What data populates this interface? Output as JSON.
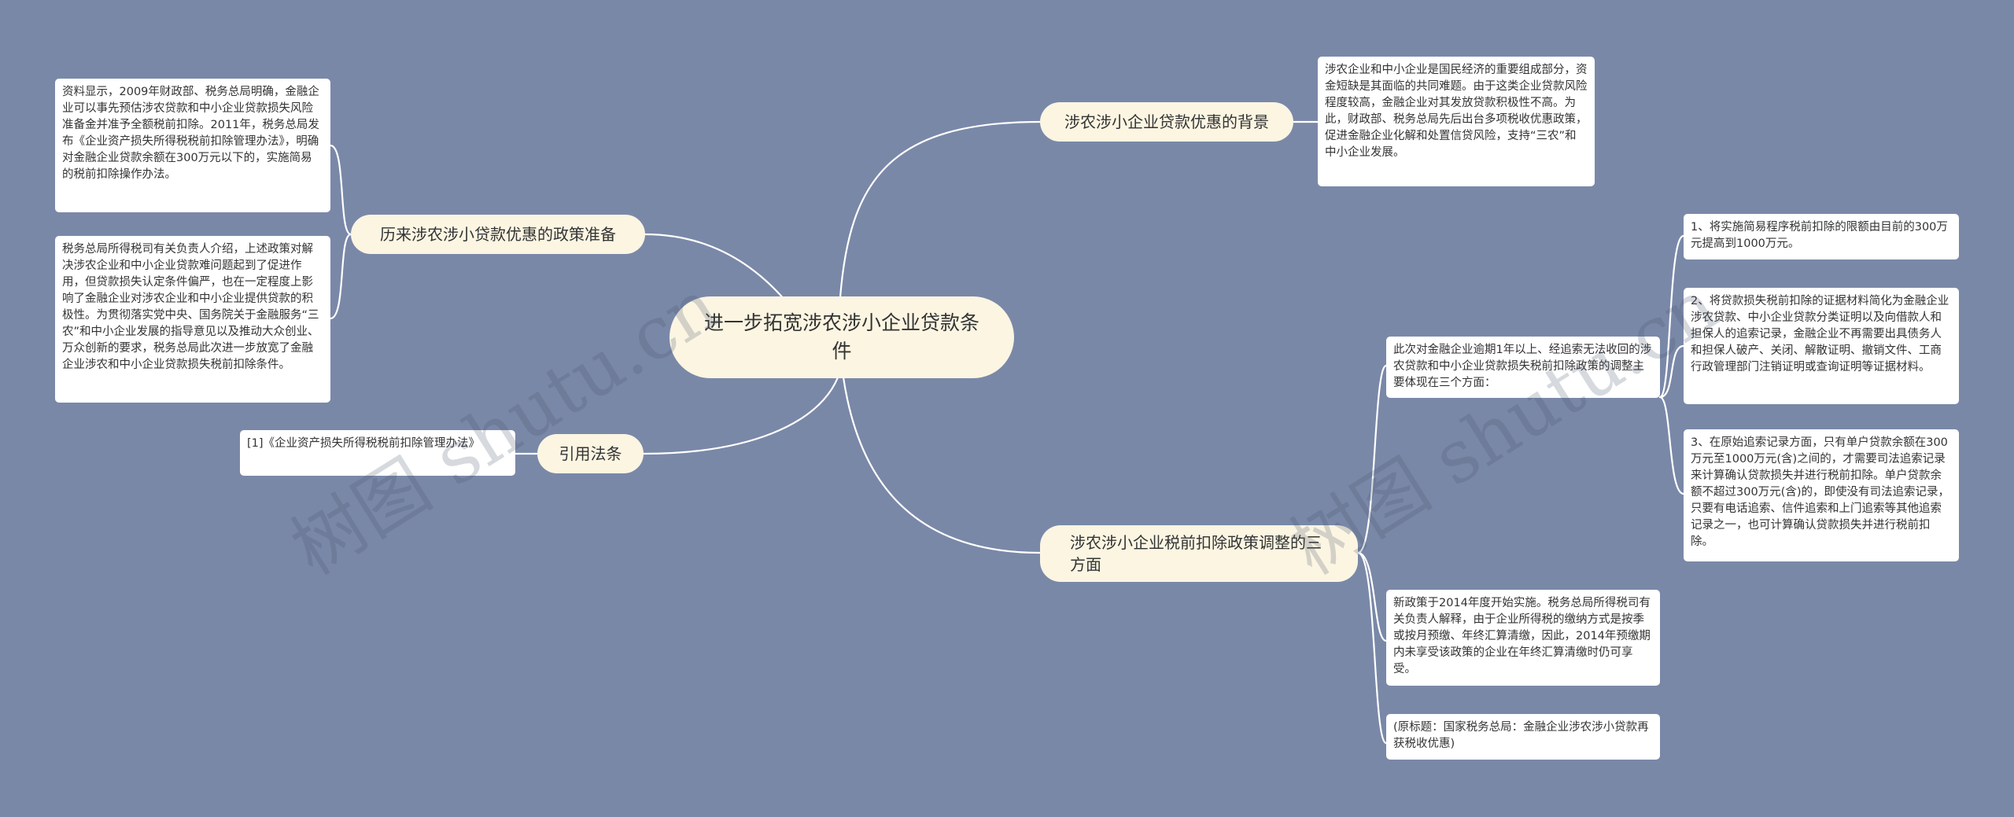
{
  "root": {
    "text": "进一步拓宽涉农涉小企业贷款条件"
  },
  "branches": {
    "background": {
      "label": "涉农涉小企业贷款优惠的背景",
      "leaves": [
        "涉农企业和中小企业是国民经济的重要组成部分，资金短缺是其面临的共同难题。由于这类企业贷款风险程度较高，金融企业对其发放贷款积极性不高。为此，财政部、税务总局先后出台多项税收优惠政策，促进金融企业化解和处置信贷风险，支持“三农”和中小企业发展。"
      ]
    },
    "policy_history": {
      "label": "历来涉农涉小贷款优惠的政策准备",
      "leaves": [
        "资料显示，2009年财政部、税务总局明确，金融企业可以事先预估涉农贷款和中小企业贷款损失风险准备金并准予全额税前扣除。2011年，税务总局发布《企业资产损失所得税税前扣除管理办法》，明确对金融企业贷款余额在300万元以下的，实施简易的税前扣除操作办法。",
        "税务总局所得税司有关负责人介绍，上述政策对解决涉农企业和中小企业贷款难问题起到了促进作用，但贷款损失认定条件偏严，也在一定程度上影响了金融企业对涉农企业和中小企业提供贷款的积极性。为贯彻落实党中央、国务院关于金融服务“三农”和中小企业发展的指导意见以及推动大众创业、万众创新的要求，税务总局此次进一步放宽了金融企业涉农和中小企业贷款损失税前扣除条件。"
      ]
    },
    "citation": {
      "label": "引用法条",
      "leaves": [
        "[1]《企业资产损失所得税税前扣除管理办法》"
      ]
    },
    "adjustment": {
      "label": "涉农涉小企业税前扣除政策调整的三方面",
      "intro": "此次对金融企业逾期1年以上、经追索无法收回的涉农贷款和中小企业贷款损失税前扣除政策的调整主要体现在三个方面：",
      "points": [
        "1、将实施简易程序税前扣除的限额由目前的300万元提高到1000万元。",
        "2、将贷款损失税前扣除的证据材料简化为金融企业涉农贷款、中小企业贷款分类证明以及向借款人和担保人的追索记录，金融企业不再需要出具债务人和担保人破产、关闭、解散证明、撤销文件、工商行政管理部门注销证明或查询证明等证据材料。",
        "3、在原始追索记录方面，只有单户贷款余额在300万元至1000万元(含)之间的，才需要司法追索记录来计算确认贷款损失并进行税前扣除。单户贷款余额不超过300万元(含)的，即使没有司法追索记录，只要有电话追索、信件追索和上门追索等其他追索记录之一，也可计算确认贷款损失并进行税前扣除。"
      ],
      "leaves": [
        "新政策于2014年度开始实施。税务总局所得税司有关负责人解释，由于企业所得税的缴纳方式是按季或按月预缴、年终汇算清缴，因此，2014年预缴期内未享受该政策的企业在年终汇算清缴时仍可享受。",
        "(原标题：国家税务总局：金融企业涉农涉小贷款再获税收优惠)"
      ]
    }
  },
  "watermark": {
    "text": "树图 shutu.cn"
  },
  "colors": {
    "background": "#7a88a8",
    "topic_fill": "#fbf5e2",
    "leaf_fill": "#ffffff",
    "line": "#ffffff"
  }
}
